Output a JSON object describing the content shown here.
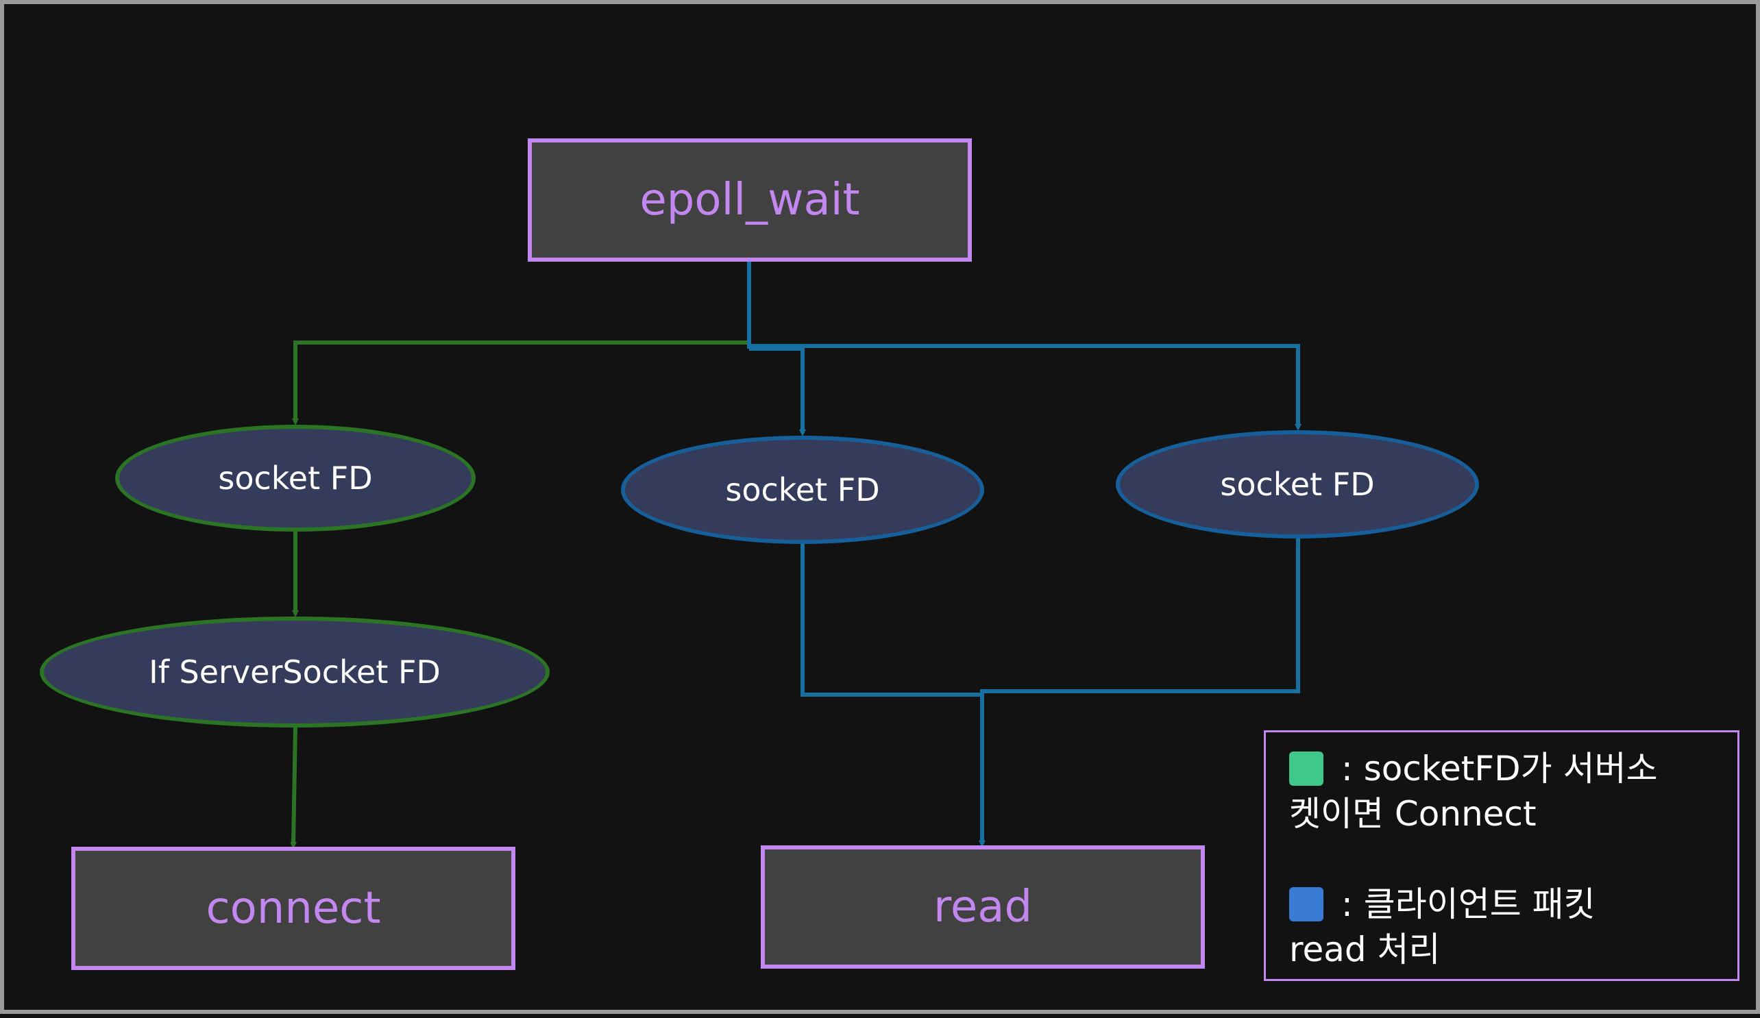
{
  "nodes": {
    "epoll_wait": "epoll_wait",
    "socket_fd_1": "socket FD",
    "socket_fd_2": "socket FD",
    "socket_fd_3": "socket FD",
    "if_server_socket": "If ServerSocket FD",
    "connect": "connect",
    "read": "read"
  },
  "legend": {
    "green": {
      "swatch_color": "#3fc88a",
      "line1": ": socketFD가 서버소",
      "line2": "켓이면 Connect"
    },
    "blue": {
      "swatch_color": "#3a7bd5",
      "line1": ": 클라이언트 패킷",
      "line2": "read 처리"
    }
  },
  "colors": {
    "box_border": "#c387f0",
    "box_fill": "#414141",
    "ellipse_fill": "#353c5b",
    "green_path": "#2a7424",
    "blue_path": "#1770a0"
  }
}
